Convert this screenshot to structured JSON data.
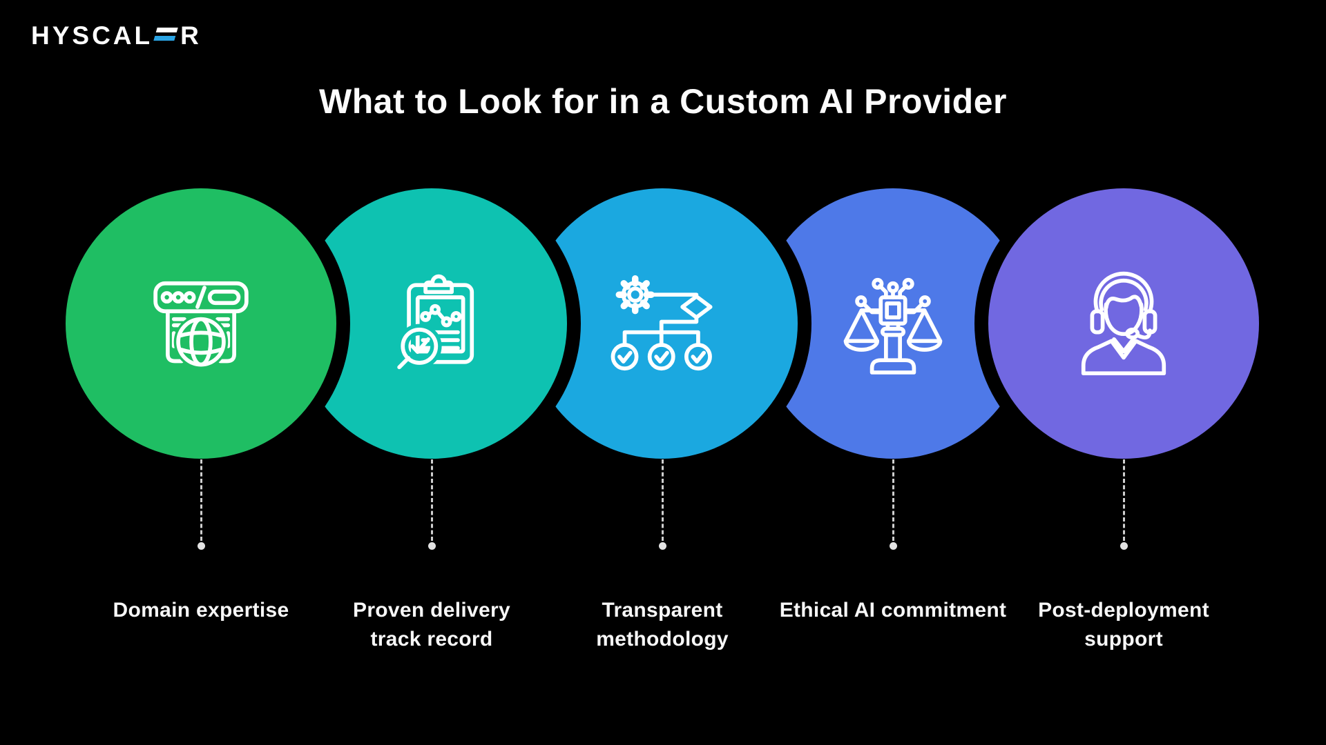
{
  "page": {
    "background": "#000000"
  },
  "logo": {
    "prefix": "HYSCAL",
    "suffix": "R",
    "bar_top_color": "#ffffff",
    "bar_bottom_color": "#2aa4e4"
  },
  "title": "What to Look for in a Custom AI Provider",
  "items": [
    {
      "icon": "browser-globe-icon",
      "color": "#1fbe63",
      "label_lines": [
        "Domain expertise"
      ]
    },
    {
      "icon": "clipboard-search-icon",
      "color": "#0ec2b1",
      "label_lines": [
        "Proven delivery",
        "track record"
      ]
    },
    {
      "icon": "flowchart-gear-icon",
      "color": "#1ba8e0",
      "label_lines": [
        "Transparent",
        "methodology"
      ]
    },
    {
      "icon": "scales-chip-icon",
      "color": "#4e79e8",
      "label_lines": [
        "Ethical AI commitment"
      ]
    },
    {
      "icon": "support-agent-icon",
      "color": "#7168e1",
      "label_lines": [
        "Post-deployment",
        "support"
      ]
    }
  ]
}
